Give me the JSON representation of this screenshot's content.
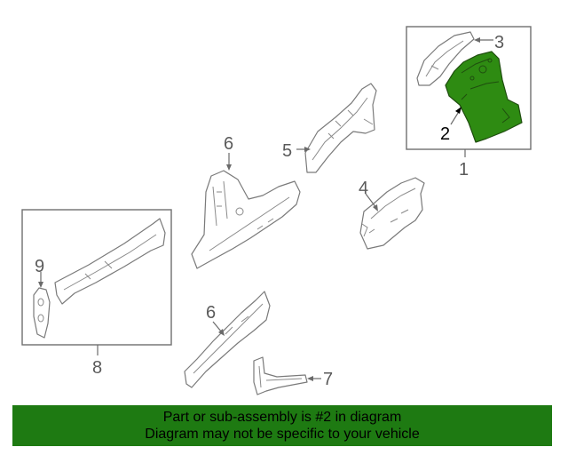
{
  "callouts": {
    "c1": "1",
    "c2": "2",
    "c3": "3",
    "c4": "4",
    "c5": "5",
    "c6a": "6",
    "c6b": "6",
    "c7": "7",
    "c8": "8",
    "c9": "9"
  },
  "banner": {
    "line1": "Part or sub-assembly is #2 in diagram",
    "line2": "Diagram may not be specific to your vehicle"
  },
  "colors": {
    "highlight": "#2e8b12",
    "banner": "#1e7a12"
  }
}
